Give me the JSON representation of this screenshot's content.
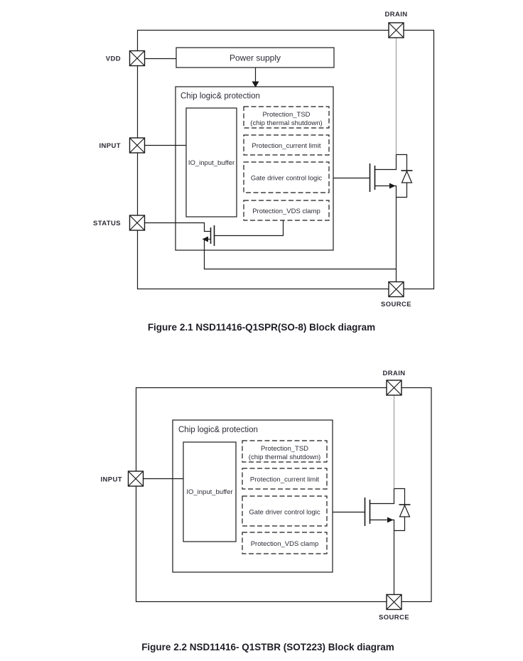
{
  "colors": {
    "line": "#1a1a1a",
    "text": "#2b2b35",
    "gray_wire": "#a9a9a9",
    "background": "#ffffff"
  },
  "figure1": {
    "caption": "Figure 2.1 NSD11416-Q1SPR(SO-8) Block diagram",
    "pin_labels": {
      "vdd": "VDD",
      "input": "INPUT",
      "status": "STATUS",
      "drain": "DRAIN",
      "source": "SOURCE"
    },
    "power_supply_label": "Power supply",
    "chip_logic_label": "Chip logic& protection",
    "io_buffer_label": "IO_input_buffer",
    "protection_tsd_line1": "Protection_TSD",
    "protection_tsd_line2": "(chip thermal shutdown)",
    "current_limit_label": "Protection_current limit",
    "gate_driver_label": "Gate driver control logic",
    "vds_clamp_label": "Protection_VDS clamp"
  },
  "figure2": {
    "caption": "Figure 2.2 NSD11416- Q1STBR (SOT223) Block diagram",
    "pin_labels": {
      "input": "INPUT",
      "drain": "DRAIN",
      "source": "SOURCE"
    },
    "chip_logic_label": "Chip logic& protection",
    "io_buffer_label": "IO_input_buffer",
    "protection_tsd_line1": "Protection_TSD",
    "protection_tsd_line2": "(chip thermal shutdown)",
    "current_limit_label": "Protection_current limit",
    "gate_driver_label": "Gate driver control logic",
    "vds_clamp_label": "Protection_VDS clamp"
  }
}
